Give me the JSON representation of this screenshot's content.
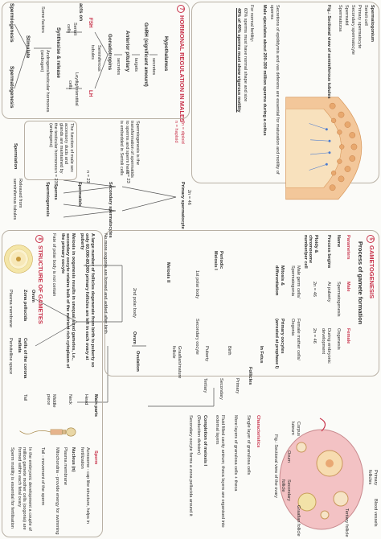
{
  "testis": {
    "labels": [
      "Spermatogonium",
      "Sertoli cell",
      "Primary spermatocyte",
      "Secondary spermatocyte",
      "Spermatid",
      "Spermatozoa"
    ],
    "caption": "Fig.: Sectional view of seminiferous tubules",
    "notes": [
      "Secretions of epididymis and vas deferens are essential for maturation and motility of sperms",
      "Male ejaculates about 200-300 million sperms during a coitus",
      "For normal fertility:",
      "60% sperms must have normal shape and size",
      "40% of 40% sperms must show vigorous motility"
    ]
  },
  "hormonal": {
    "num": "7",
    "title": "HORMONAL REGULATION IN MALES",
    "items": [
      "Hypothalamus",
      "secretes",
      "GnRH (significant amount)",
      "targets",
      "Anterior pituitary",
      "secretes",
      "Gonadotropins",
      "Seminiferous",
      "tubules",
      "LH",
      "FSH",
      "acts on",
      "Leydig/interstitial",
      "cells",
      "Sertoli",
      "cells",
      "Synthesise & release",
      "Androgens/testicular hormones (androgen)",
      "Some factors",
      "Stimulate",
      "Spermiogenesis",
      "Spermatogenesis"
    ]
  },
  "spermatogenesis": {
    "left_notes": [
      "Spermiogenesis is the transformation of spermatids to sperms and sperm head is embedded in Sertoli cells",
      "The function of male sex accessory ducts and glands are maintained by the testicular hormones (androgens)"
    ],
    "ploidy": [
      "2n = diploid",
      "n = haploid"
    ],
    "stages": [
      "2n = 46",
      "Primary spermatocyte",
      "n = 23",
      "Secondary spermatocytes",
      "n = 23",
      "Spermatids",
      "n = 23",
      "Sperms",
      "Spermiation",
      "Released from seminiferous tubules",
      "Spermiogenesis"
    ]
  },
  "gametogenesis": {
    "num": "5",
    "title": "GAMETOGENESIS",
    "subtitle": "Process of gamete formation",
    "table_header": [
      "Parameters",
      "Male",
      "Female"
    ],
    "rows": [
      [
        "Name",
        "Spermatogenesis",
        "Oogenesis"
      ],
      [
        "Process begins",
        "At puberty",
        "During embryonic development"
      ],
      [
        "Ploidy & chromosome number/per cell",
        "2n = 46",
        "2n = 46"
      ],
      [
        "",
        "Male germ cells/ Spermatogonia",
        "Female mother cells/ Oogonia"
      ],
      [
        "",
        "Mitosis & differentiation",
        "Primary oocytes (arrested at prophase I)"
      ]
    ],
    "oogenesis_flow": [
      "In Fetus",
      "Birth",
      "Puberty",
      "Periodic Meiosis I",
      "1st polar body",
      "Secondary oocyte",
      "Graafian/mature follicle",
      "Ovulation",
      "Meiosis II",
      "2nd polar body",
      "Ovum",
      "Primary follicle",
      "Secondary follicle",
      "Tertiary follicle"
    ],
    "follicles_title": "Follicles",
    "follicles": [
      "Primary",
      "Secondary",
      "Tertiary"
    ],
    "notes": [
      "No more oogonia are formed and added after birth",
      "A large number of follicles degenerate from birth to puberty so only 60,000-80,000 primary follicles are left in each ovary at puberty",
      "Meiosis in oogenesis results in unequal sized gametes, i.e., secondary oocyte retains bulk of the nutrient rich cytoplasm of the primary oocyte",
      "Fate of polar body is not certain"
    ]
  },
  "characteristics": {
    "title": "Characteristics",
    "items": [
      "Single layer of granulosa cells",
      "More layers of granulosa cells + theca",
      "Fluid filled cavity antrum; theca layers are organised into external layers",
      "Completion of meiosis I",
      "(Reduction division)",
      "Secondary oocyte forms a zona pellucida around it"
    ]
  },
  "ovary": {
    "caption": "Fig.: Sectional view of the ovary",
    "labels": [
      "Blood vessels",
      "Primary follicles",
      "Tertiary follicle",
      "Ovum",
      "Corpus luteum",
      "Graafian follicle",
      "Secondary follicle"
    ]
  },
  "gametes": {
    "num": "8",
    "title": "STRUCTURE OF GAMETES",
    "ovum_title": "Ovum",
    "ovum_labels": [
      "Zona pellucida",
      "Cells of the corona radiata",
      "Perivitelline space",
      "Plasma membrane"
    ],
    "sperm_title": "Sperm",
    "sperm_parts_title": "Main parts",
    "sperm_parts": [
      "Head",
      "Neck",
      "Middle piece",
      "Tail"
    ],
    "sperm_labels": [
      "Acrosome - cap like structure, helps in fertilization",
      "Nucleus (n)",
      "Plasma membrane",
      "Mitochondria - provide energy for swimming",
      "Tail - movement of the sperm"
    ],
    "sperm_notes": [
      "In the embryonic development a couple of million gamete mother cells (oogonia) are formed within each fetal ovary",
      "Sperm motility is essential for fertilisation"
    ]
  }
}
